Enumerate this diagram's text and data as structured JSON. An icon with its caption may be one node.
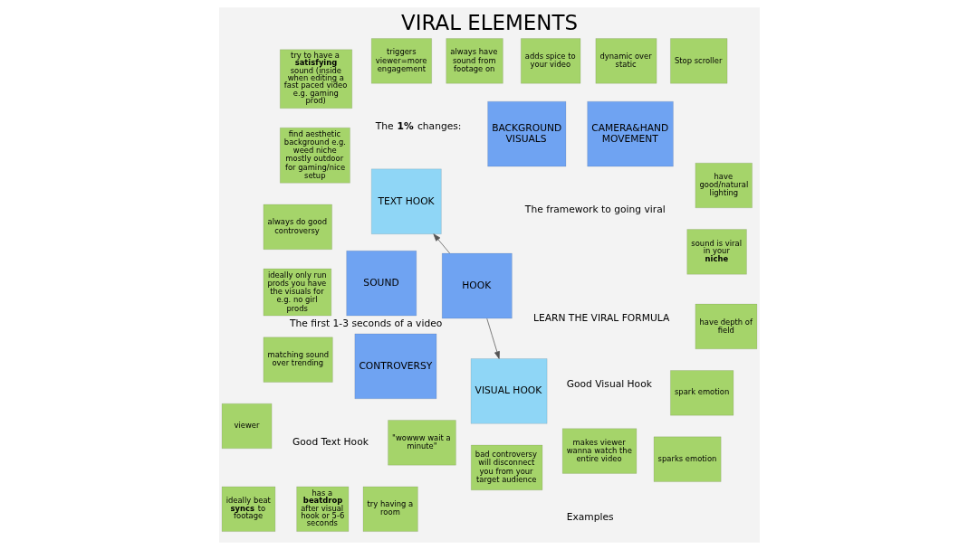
{
  "diagram": {
    "title": "VIRAL ELEMENTS",
    "nodes": [
      {
        "text": [
          "viewer"
        ]
      },
      {
        "text": [
          "TEXT HOOK"
        ]
      },
      {
        "text": [
          "HOOK"
        ],
        "beside": [
          "The first 1-3 seconds of a video"
        ]
      },
      {
        "text": [
          "VISUAL HOOK"
        ]
      },
      {
        "text": [
          "spark emotion"
        ]
      },
      {
        "text": [
          "Stop scroller"
        ]
      },
      {
        "text": [
          "\"wowww wait a minute\""
        ]
      },
      {
        "text": [
          "makes viewer wanna watch the entire video"
        ]
      },
      {
        "text": [
          "sparks emotion"
        ]
      },
      {
        "text": [
          "dynamic over static"
        ]
      },
      {
        "text": [
          "bad controversy will disconnect you from your target audience"
        ]
      },
      {
        "text": [
          "matching sound over trending"
        ]
      },
      {
        "text": [
          "ideally beat **syncs** to footage"
        ]
      },
      {
        "text": [
          "try to have a **satisfying** sound (inside when editing a fast paced video e.g. gaming prod)"
        ]
      },
      {
        "text": [
          "always do good controversy"
        ]
      },
      {
        "text": [
          "CONTROVERSY"
        ]
      },
      {
        "text": [
          "adds spice to your video"
        ]
      },
      {
        "text": [
          "SOUND"
        ]
      },
      {
        "text": [
          "always have sound from footage on"
        ]
      },
      {
        "text": [
          "has a **beatdrop** after visual hook or 5-6 seconds"
        ]
      },
      {
        "text": [
          "triggers viewer=more engagement"
        ]
      },
      {
        "text": [
          "sound is viral in your **niche**"
        ]
      },
      {
        "text": [
          "find aesthetic background e.g. weed niche mostly outdoor for gaming/nice setup"
        ]
      },
      {
        "text": [
          "have depth of field"
        ]
      },
      {
        "text": [
          "ideally only run prods you have the visuals for e.g. no girl prods"
        ]
      },
      {
        "text": [
          "CAMERA&HAND MOVEMENT"
        ]
      },
      {
        "text": [
          "BACKGROUND VISUALS"
        ]
      },
      {
        "text": [
          "have good/natural lighting"
        ]
      },
      {
        "text": [
          "try having a room"
        ]
      }
    ],
    "edges": [
      {
        "from": 2,
        "to": 1,
        "arrow": "to"
      },
      {
        "from": 2,
        "to": 3,
        "arrow": "to"
      }
    ],
    "labels": [
      "Examples",
      "Good Text Hook",
      "Good Visual Hook",
      "The **1%** changes:",
      "The framework to going viral",
      "LEARN THE VIRAL FORMULA"
    ]
  }
}
